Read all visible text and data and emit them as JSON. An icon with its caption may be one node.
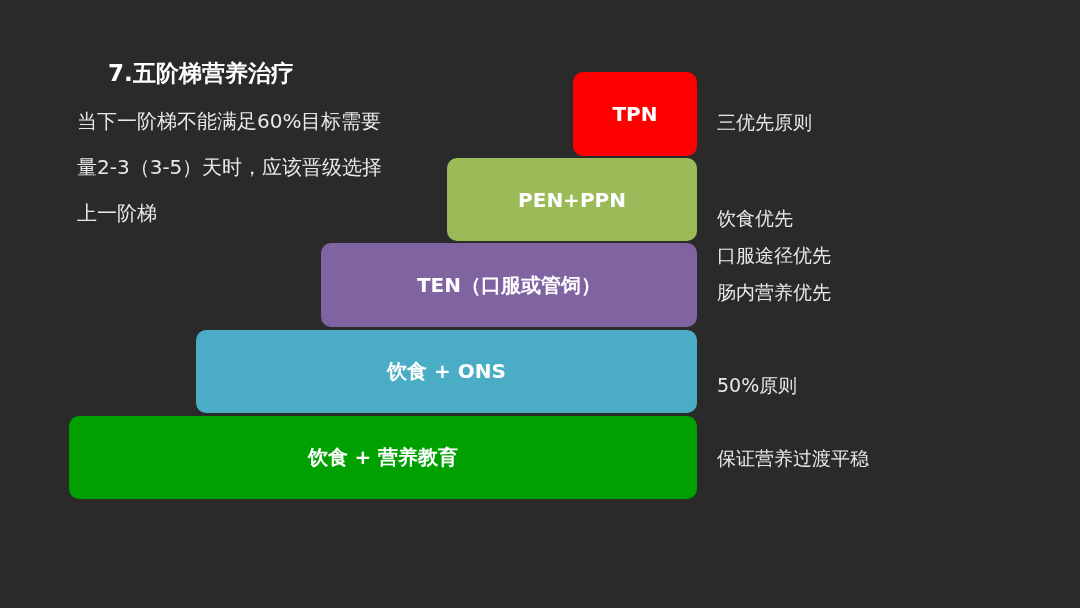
{
  "diagram": {
    "title": "7.五阶梯营养治疗",
    "nodes": [
      {
        "text": [
          "TPN"
        ]
      },
      {
        "text": [
          "PEN+PPN"
        ]
      },
      {
        "text": [
          "TEN（口服或管饲）"
        ]
      },
      {
        "text": [
          "饮食 + ONS"
        ]
      },
      {
        "text": [
          "饮食 + 营养教育"
        ]
      }
    ],
    "labels": [
      "当下一阶梯不能满足60%目标需要量2-3（3-5）天时，应该晋级选择上一阶梯",
      "三优先原则",
      "饮食优先",
      "口服途径优先",
      "肠内营养优先",
      "50%原则",
      "保证营养过渡平稳"
    ]
  }
}
